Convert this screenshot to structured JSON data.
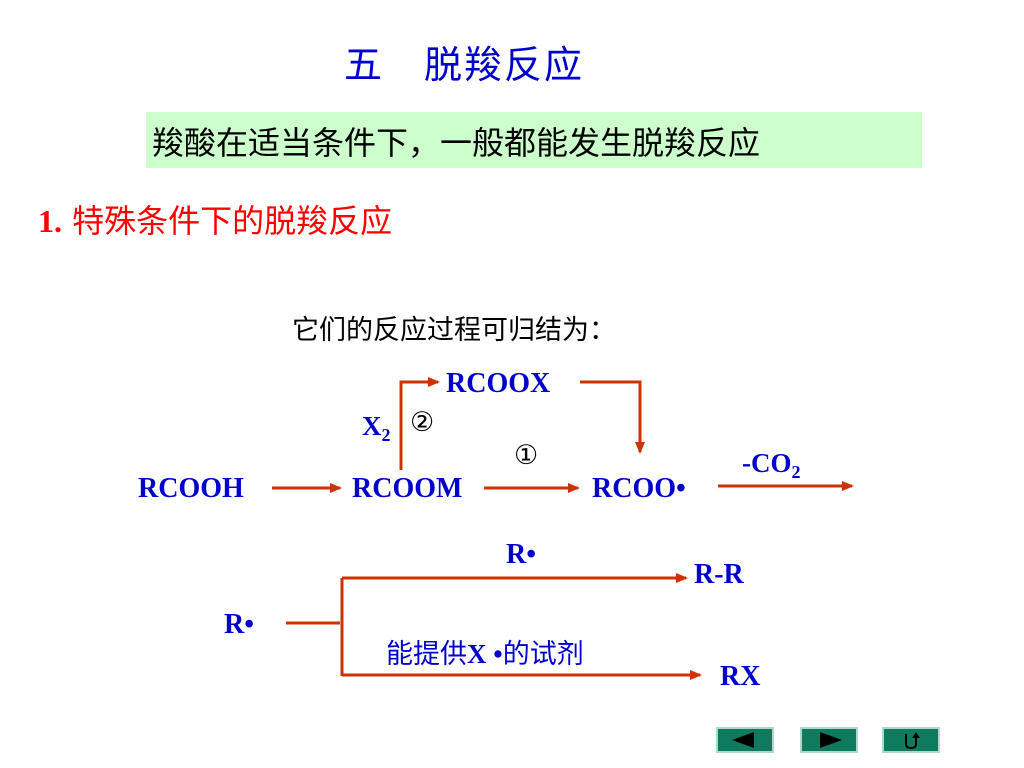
{
  "title": "五　脱羧反应",
  "subtitle": "羧酸在适当条件下，一般都能发生脱羧反应",
  "section": {
    "number": "1.",
    "heading": "特殊条件下的脱羧反应"
  },
  "process_intro": "它们的反应过程可归结为：",
  "scheme": {
    "rcooh": "RCOOH",
    "rcoom": "RCOOM",
    "rcoo_radical": "RCOO•",
    "rcoox": "RCOOX",
    "x2_base": "X",
    "x2_sub": "2",
    "path_two": "②",
    "path_one": "①",
    "co2_prefix": "-CO",
    "co2_sub": "2"
  },
  "radical_scheme": {
    "r_left": "R•",
    "r_top": "R•",
    "product_rr": "R-R",
    "reagent_prefix": "能提供",
    "reagent_x": "X •",
    "reagent_suffix": "的试剂",
    "product_rx": "RX"
  },
  "colors": {
    "title": "#0000cc",
    "heading": "#ff0000",
    "arrow": "#cc3300",
    "highlight_box": "#ccffcc",
    "nav_button": "#0f7a5e"
  },
  "nav": {
    "prev_icon": "left-triangle-icon",
    "next_icon": "right-triangle-icon",
    "return_icon": "return-arrow-icon"
  }
}
